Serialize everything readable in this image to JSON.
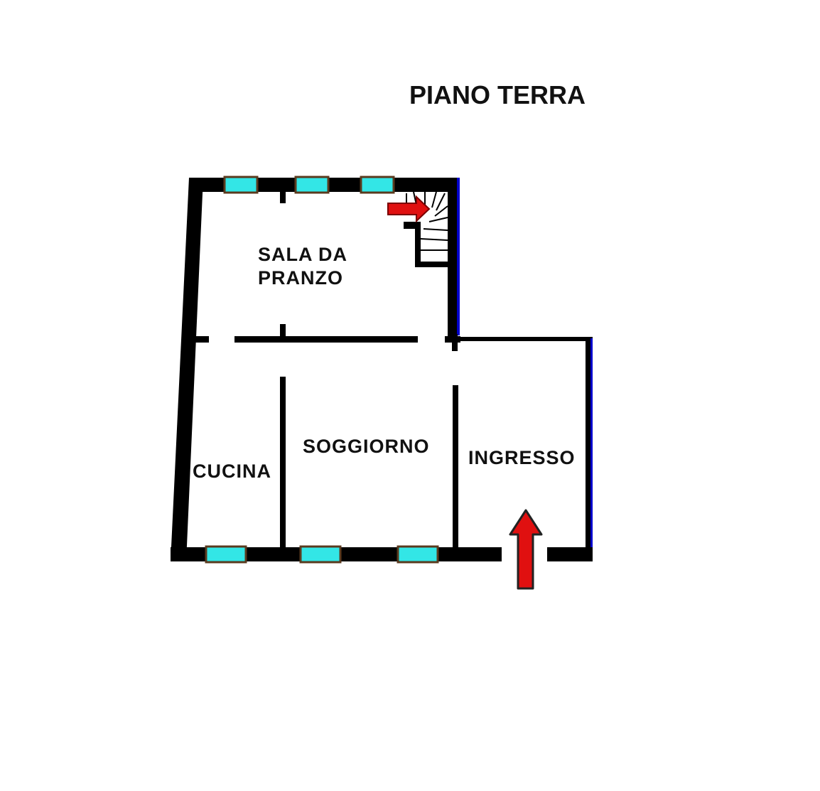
{
  "title": "PIANO TERRA",
  "rooms": {
    "dining": [
      "SALA DA",
      "PRANZO"
    ],
    "living": "SOGGIORNO",
    "kitchen": "CUCINA",
    "entrance": "INGRESSO"
  },
  "colors": {
    "wall": "#000000",
    "window_glass": "#33e6e6",
    "window_frame": "#5a3a1e",
    "arrow": "#e01010",
    "accent_wall": "#0000cc",
    "background": "#ffffff"
  }
}
